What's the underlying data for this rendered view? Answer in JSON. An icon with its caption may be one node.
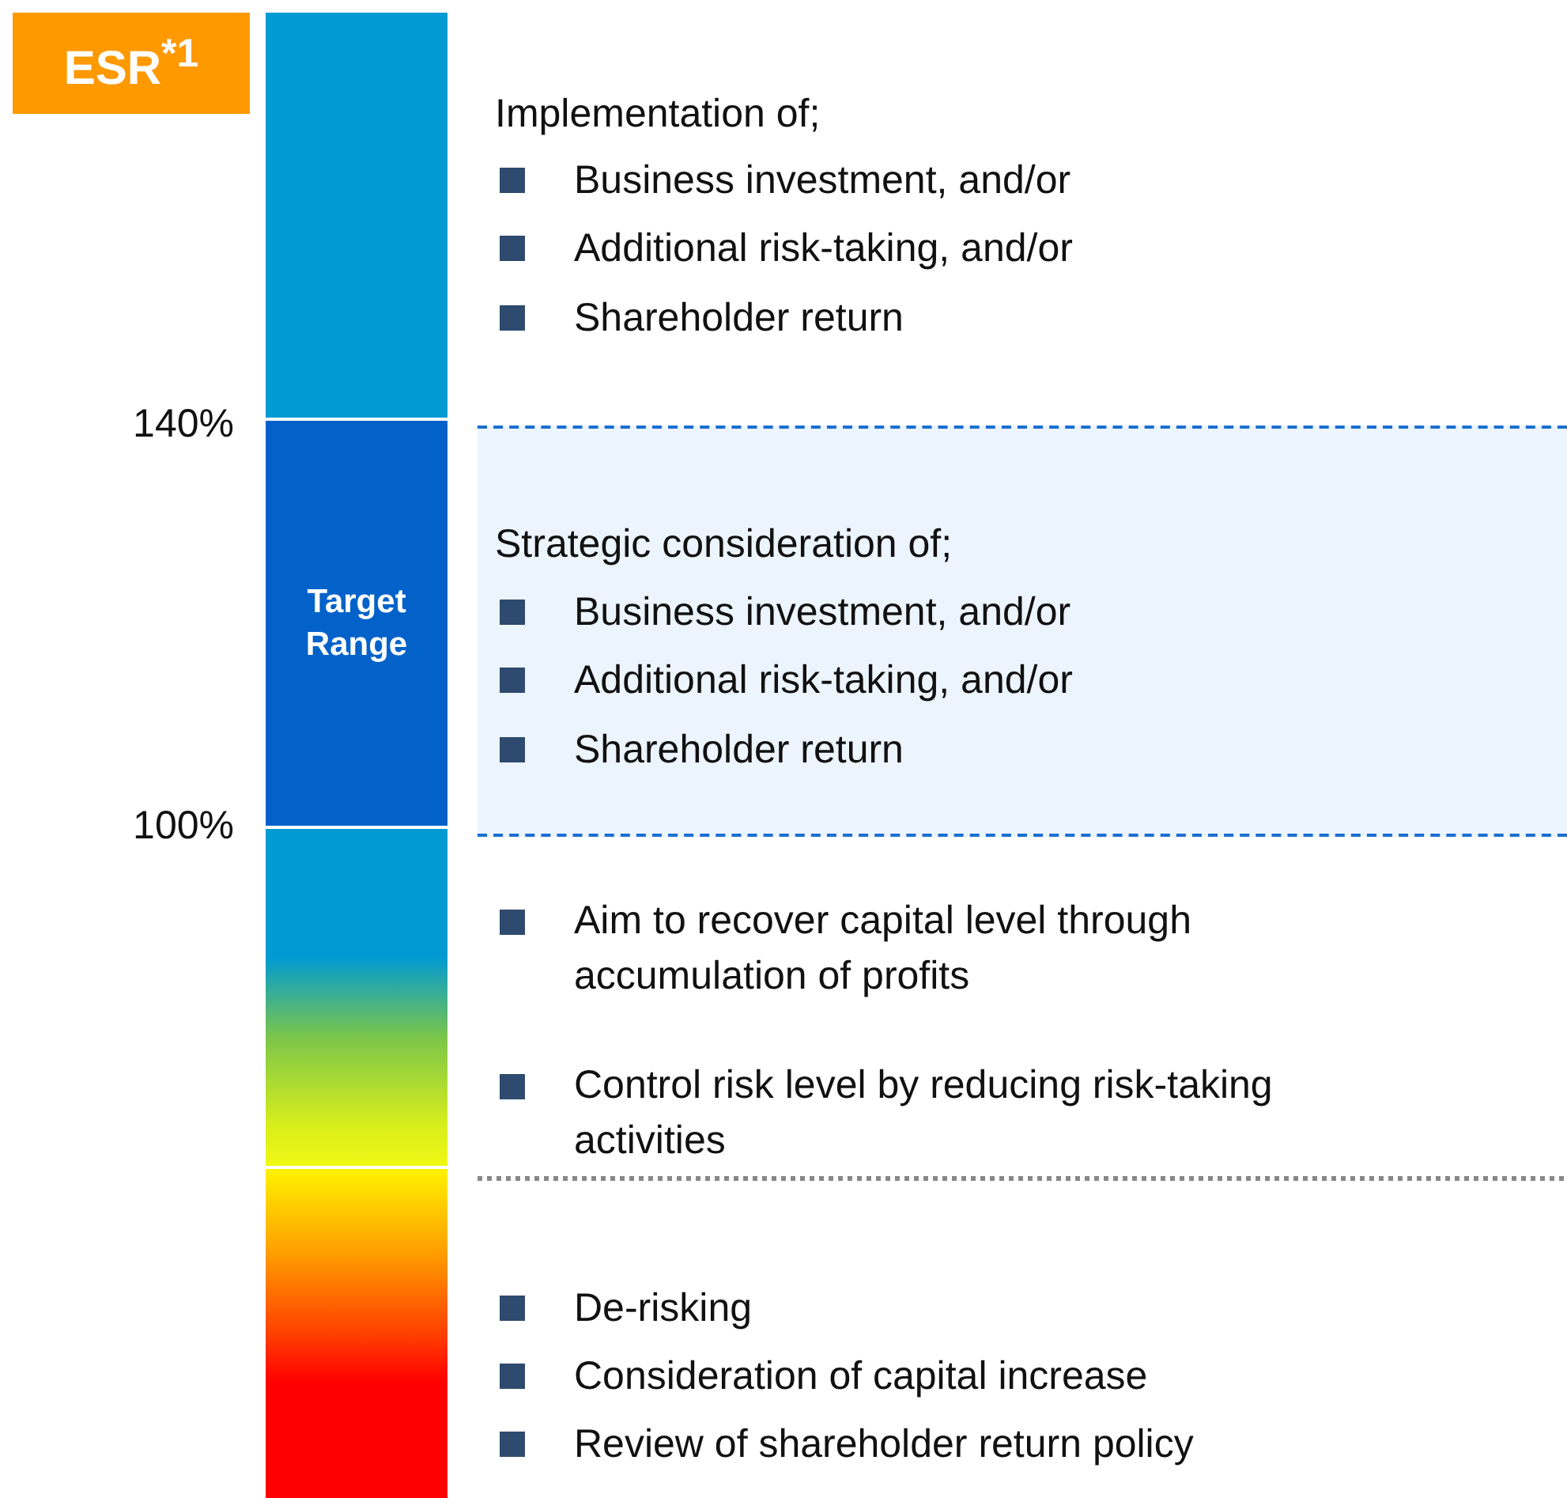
{
  "diagram": {
    "nodes": [
      {
        "text": [
          "ESR$^{*1}$"
        ]
      },
      {
        "text": [],
        "shape": "bar"
      },
      {
        "text": [
          "Target Range"
        ]
      },
      {
        "text": [],
        "shape": "bar"
      },
      {
        "text": [],
        "shape": "bar"
      },
      {
        "text": [
          "Strategic consideration of;",
          "Business investment, and/or",
          "Additional risk-taking, and/or",
          "Shareholder return"
        ]
      }
    ],
    "labels": [
      "140%",
      "100%",
      "Implementation of;",
      "Business investment, and/or",
      "Additional risk-taking, and/or",
      "Shareholder return",
      "Aim to recover capital level through accumulation of profits",
      "Control risk level by reducing risk-taking activities",
      "De-risking",
      "Consideration of capital increase",
      "Review of shareholder return policy"
    ]
  }
}
